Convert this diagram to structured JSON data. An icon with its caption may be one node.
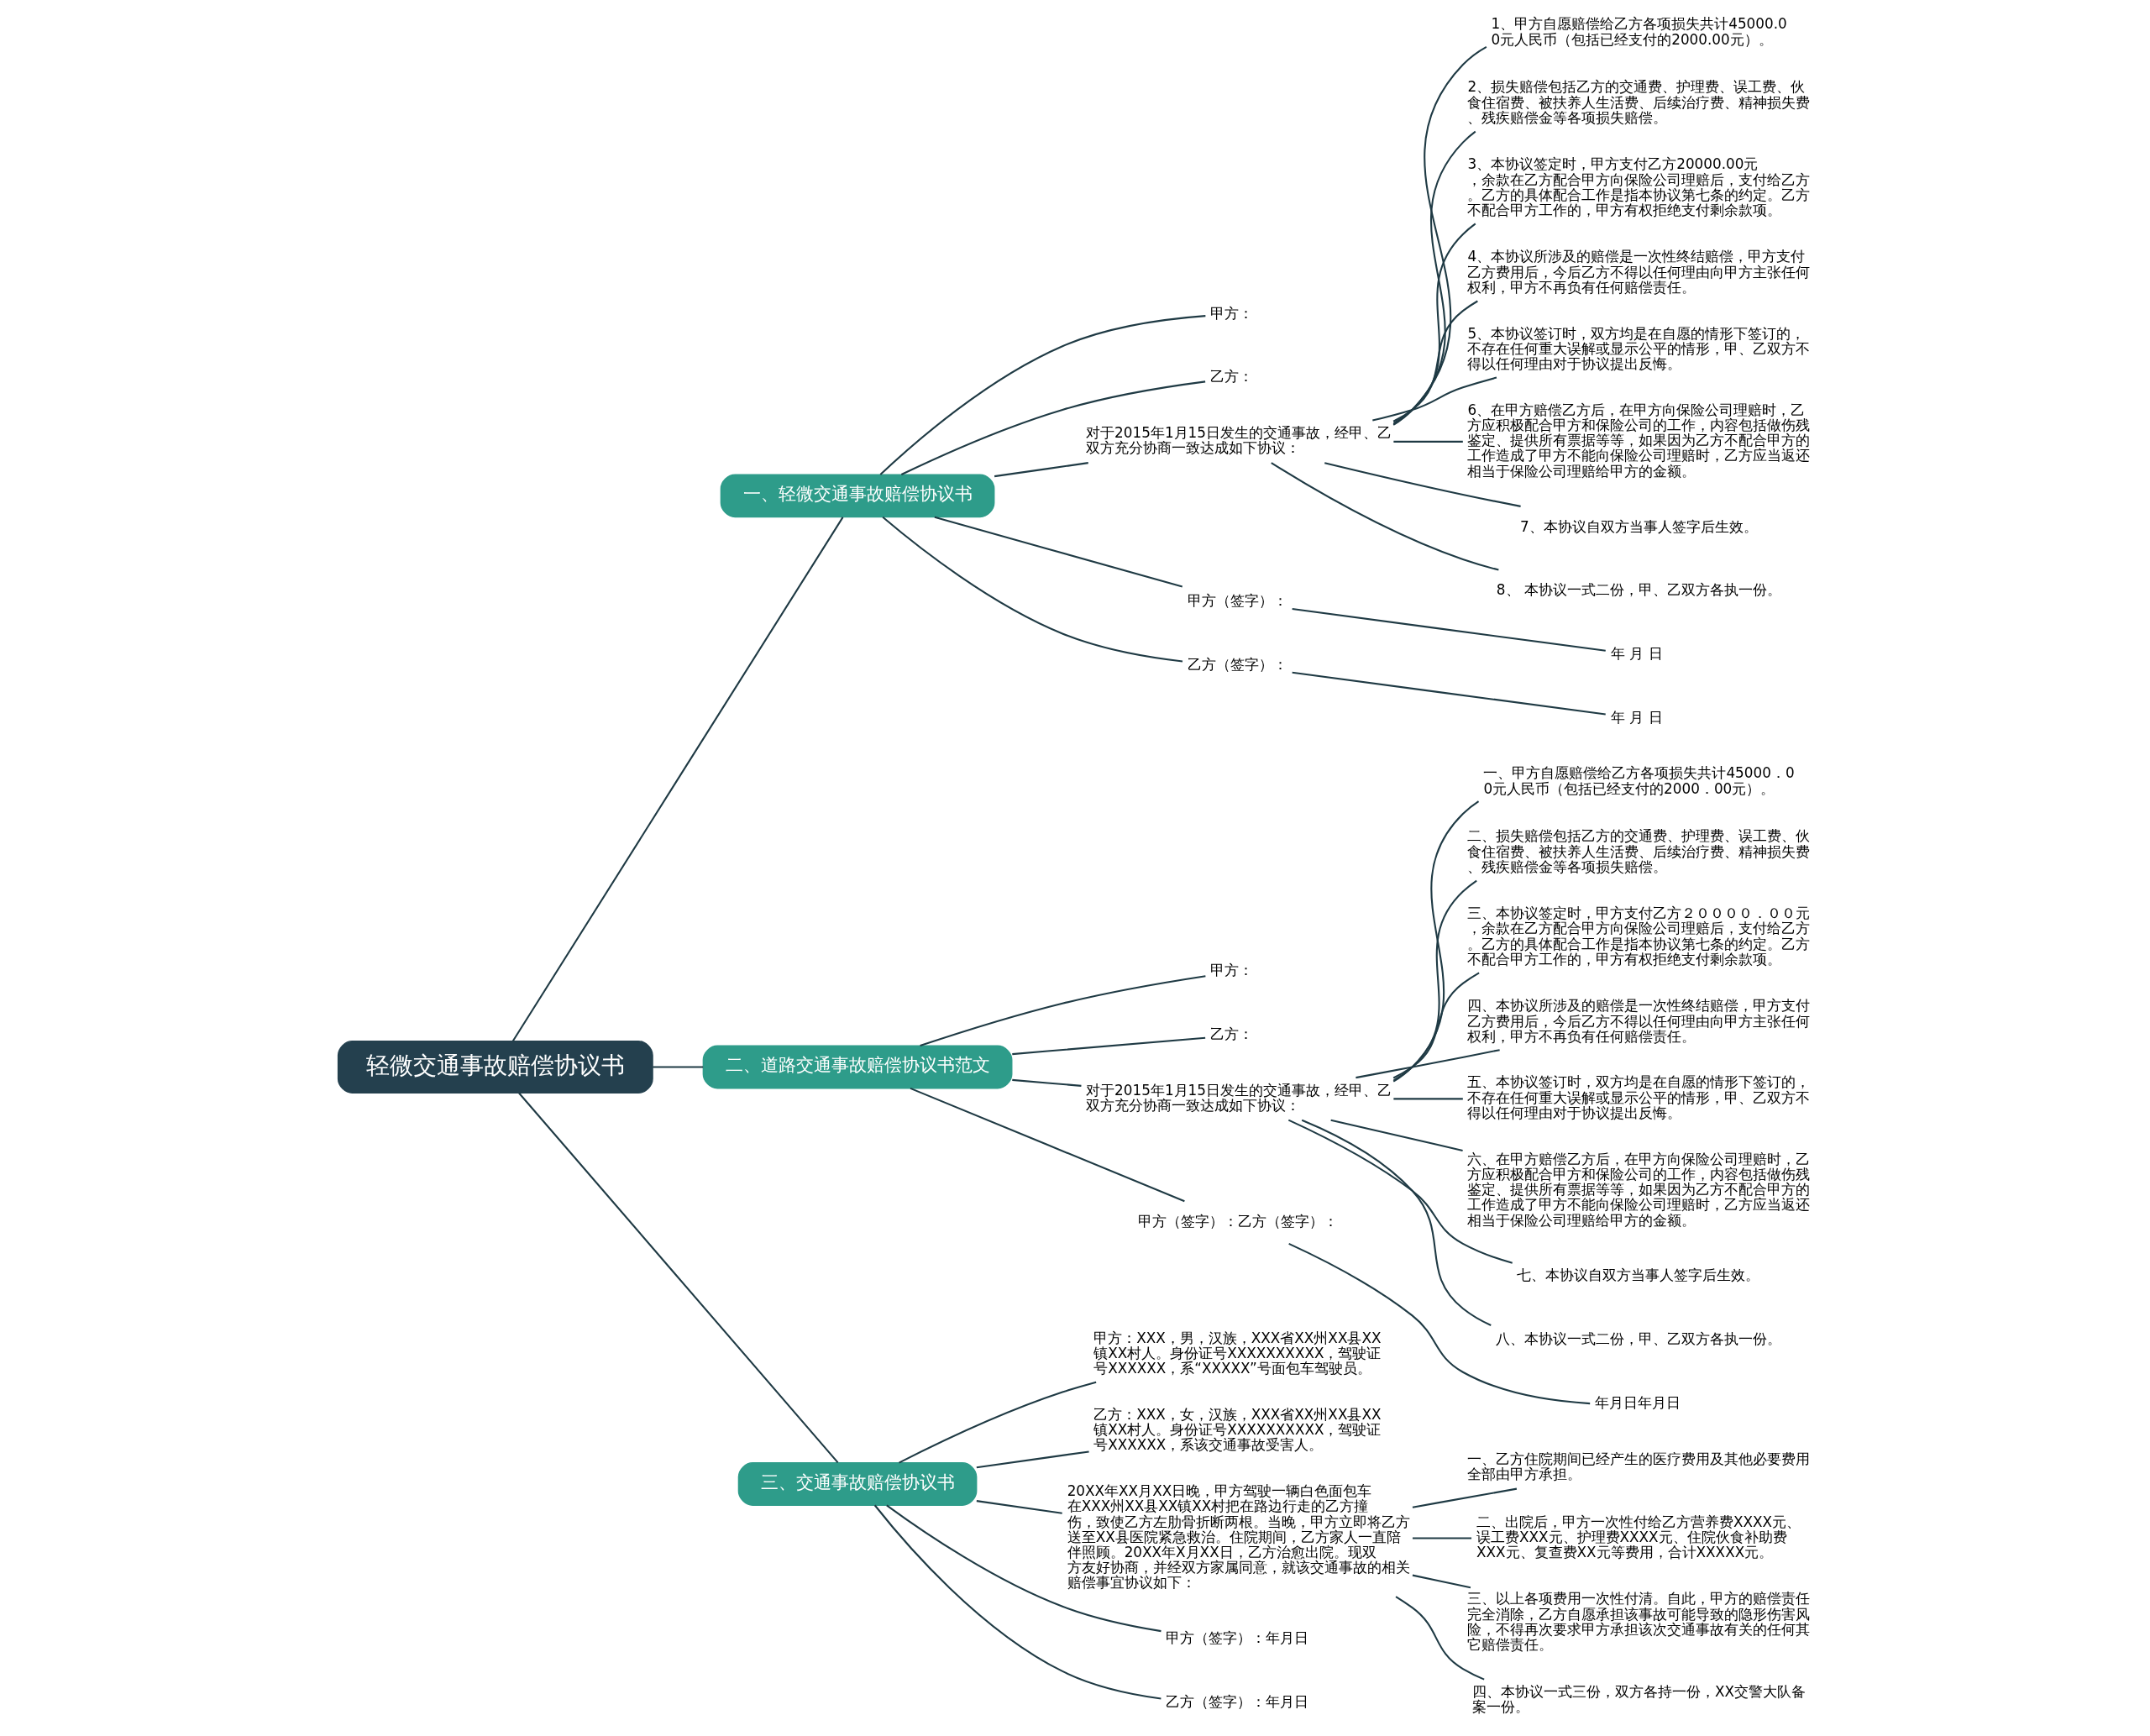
{
  "diagram": {
    "nodes": [
      {
        "text": [
          "轻微交通事故赔偿协议书"
        ]
      },
      {
        "text": [
          "一、轻微交通事故赔偿协议书"
        ]
      },
      {
        "text": [
          "甲方："
        ]
      },
      {
        "text": [
          "乙方："
        ]
      },
      {
        "text": [
          "对于2015年1月15日发生的交通事故，经甲、乙双方充分协商一致达成如下协议："
        ]
      },
      {
        "text": [
          "1、甲方自愿赔偿给乙方各项损失共计45000.00元人民币（包括已经支付的2000.00元）。"
        ]
      },
      {
        "text": [
          "2、损失赔偿包括乙方的交通费、护理费、误工费、伙食住宿费、被扶养人生活费、后续治疗费、精神损失费、残疾赔偿金等各项损失赔偿。"
        ]
      },
      {
        "text": [
          "3、本协议签定时，甲方支付乙方20000.00元，余款在乙方配合甲方向保险公司理赔后，支付给乙方。乙方的具体配合工作是指本协议第七条的约定。乙方不配合甲方工作的，甲方有权拒绝支付剩余款项。"
        ]
      },
      {
        "text": [
          "4、本协议所涉及的赔偿是一次性终结赔偿，甲方支付乙方费用后，今后乙方不得以任何理由向甲方主张任何权利，甲方不再负有任何赔偿责任。"
        ]
      },
      {
        "text": [
          "5、本协议签订时，双方均是在自愿的情形下签订的，不存在任何重大误解或显示公平的情形，甲、乙双方不得以任何理由对于协议提出反悔。"
        ]
      },
      {
        "text": [
          "6、在甲方赔偿乙方后，在甲方向保险公司理赔时，乙方应积极配合甲方和保险公司的工作，内容包括做伤残鉴定、提供所有票据等等，如果因为乙方不配合甲方的工作造成了甲方不能向保险公司理赔时，乙方应当返还相当于保险公司理赔给甲方的金额。"
        ]
      },
      {
        "text": [
          "7、本协议自双方当事人签字后生效。"
        ]
      },
      {
        "text": [
          "8、 本协议一式二份，甲、乙双方各执一份。"
        ]
      },
      {
        "text": [
          "甲方（签字）："
        ]
      },
      {
        "text": [
          "年 月 日"
        ]
      },
      {
        "text": [
          "乙方（签字）："
        ]
      },
      {
        "text": [
          "年 月 日"
        ]
      },
      {
        "text": [
          "二、道路交通事故赔偿协议书范文"
        ]
      },
      {
        "text": [
          "甲方："
        ]
      },
      {
        "text": [
          "乙方："
        ]
      },
      {
        "text": [
          "对于2015年1月15日发生的交通事故，经甲、乙双方充分协商一致达成如下协议："
        ]
      },
      {
        "text": [
          "一、甲方自愿赔偿给乙方各项损失共计45000．00元人民币（包括已经支付的2000．00元）。"
        ]
      },
      {
        "text": [
          "二、损失赔偿包括乙方的交通费、护理费、误工费、伙食住宿费、被扶养人生活费、后续治疗费、精神损失费、残疾赔偿金等各项损失赔偿。"
        ]
      },
      {
        "text": [
          "三、本协议签定时，甲方支付乙方２００００．００元，余款在乙方配合甲方向保险公司理赔后，支付给乙方。乙方的具体配合工作是指本协议第七条的约定。乙方不配合甲方工作的，甲方有权拒绝支付剩余款项。"
        ]
      },
      {
        "text": [
          "四、本协议所涉及的赔偿是一次性终结赔偿，甲方支付乙方费用后，今后乙方不得以任何理由向甲方主张任何权利，甲方不再负有任何赔偿责任。"
        ]
      },
      {
        "text": [
          "五、本协议签订时，双方均是在自愿的情形下签订的，不存在任何重大误解或显示公平的情形，甲、乙双方不得以任何理由对于协议提出反悔。"
        ]
      },
      {
        "text": [
          "六、在甲方赔偿乙方后，在甲方向保险公司理赔时，乙方应积极配合甲方和保险公司的工作，内容包括做伤残鉴定、提供所有票据等等，如果因为乙方不配合甲方的工作造成了甲方不能向保险公司理赔时，乙方应当返还相当于保险公司理赔给甲方的金额。"
        ]
      },
      {
        "text": [
          "七、本协议自双方当事人签字后生效。"
        ]
      },
      {
        "text": [
          "八、本协议一式二份，甲、乙双方各执一份。"
        ]
      },
      {
        "text": [
          "甲方（签字）：乙方（签字）："
        ]
      },
      {
        "text": [
          "年月日年月日"
        ]
      },
      {
        "text": [
          "三、交通事故赔偿协议书"
        ]
      },
      {
        "text": [
          "甲方：XXX，男，汉族，XXX省XX州XX县XX镇XX村人。身份证号XXXXXXXXXX，驾驶证号XXXXXX，系“XXXXX”号面包车驾驶员。"
        ]
      },
      {
        "text": [
          "乙方：XXX，女，汉族，XXX省XX州XX县XX镇XX村人。身份证号XXXXXXXXXX，驾驶证号XXXXXX，系该交通事故受害人。"
        ]
      },
      {
        "text": [
          "20XX年XX月XX日晚，甲方驾驶一辆白色面包车在XXX州XX县XX镇XX村把在路边行走的乙方撞伤，致使乙方左肋骨折断两根。当晚，甲方立即将乙方送至XX县医院紧急救治。住院期间，乙方家人一直陪伴照顾。20XX年X月XX日，乙方治愈出院。现双方友好协商，并经双方家属同意，就该交通事故的相关赔偿事宜协议如下："
        ]
      },
      {
        "text": [
          "一、乙方住院期间已经产生的医疗费用及其他必要费用全部由甲方承担。"
        ]
      },
      {
        "text": [
          "二、出院后，甲方一次性付给乙方营养费XXXX元、误工费XXX元、护理费XXXX元、住院伙食补助费XXX元、复查费XX元等费用，合计XXXXX元。"
        ]
      },
      {
        "text": [
          "三、以上各项费用一次性付清。自此，甲方的赔偿责任完全消除，乙方自愿承担该事故可能导致的隐形伤害风险，不得再次要求甲方承担该次交通事故有关的任何其它赔偿责任。"
        ]
      },
      {
        "text": [
          "四、本协议一式三份，双方各持一份，XX交警大队备案一份。"
        ]
      },
      {
        "text": [
          "甲方（签字）：年月日"
        ]
      },
      {
        "text": [
          "乙方（签字）：年月日"
        ]
      }
    ],
    "edges": [
      {
        "from": 0,
        "to": 1,
        "arrow": "none"
      },
      {
        "from": 1,
        "to": 2,
        "arrow": "none"
      },
      {
        "from": 1,
        "to": 3,
        "arrow": "none"
      },
      {
        "from": 1,
        "to": 4,
        "arrow": "none"
      },
      {
        "from": 4,
        "to": 5,
        "arrow": "none"
      },
      {
        "from": 4,
        "to": 6,
        "arrow": "none"
      },
      {
        "from": 4,
        "to": 7,
        "arrow": "none"
      },
      {
        "from": 4,
        "to": 8,
        "arrow": "none"
      },
      {
        "from": 4,
        "to": 9,
        "arrow": "none"
      },
      {
        "from": 4,
        "to": 10,
        "arrow": "none"
      },
      {
        "from": 4,
        "to": 11,
        "arrow": "none"
      },
      {
        "from": 4,
        "to": 12,
        "arrow": "none"
      },
      {
        "from": 1,
        "to": 13,
        "arrow": "none"
      },
      {
        "from": 13,
        "to": 14,
        "arrow": "none"
      },
      {
        "from": 1,
        "to": 15,
        "arrow": "none"
      },
      {
        "from": 15,
        "to": 16,
        "arrow": "none"
      },
      {
        "from": 0,
        "to": 17,
        "arrow": "none"
      },
      {
        "from": 17,
        "to": 18,
        "arrow": "none"
      },
      {
        "from": 17,
        "to": 19,
        "arrow": "none"
      },
      {
        "from": 17,
        "to": 20,
        "arrow": "none"
      },
      {
        "from": 20,
        "to": 21,
        "arrow": "none"
      },
      {
        "from": 20,
        "to": 22,
        "arrow": "none"
      },
      {
        "from": 20,
        "to": 23,
        "arrow": "none"
      },
      {
        "from": 20,
        "to": 24,
        "arrow": "none"
      },
      {
        "from": 20,
        "to": 25,
        "arrow": "none"
      },
      {
        "from": 20,
        "to": 26,
        "arrow": "none"
      },
      {
        "from": 20,
        "to": 27,
        "arrow": "none"
      },
      {
        "from": 20,
        "to": 28,
        "arrow": "none"
      },
      {
        "from": 17,
        "to": 29,
        "arrow": "none"
      },
      {
        "from": 29,
        "to": 30,
        "arrow": "none"
      },
      {
        "from": 0,
        "to": 31,
        "arrow": "none"
      },
      {
        "from": 31,
        "to": 32,
        "arrow": "none"
      },
      {
        "from": 31,
        "to": 33,
        "arrow": "none"
      },
      {
        "from": 31,
        "to": 34,
        "arrow": "none"
      },
      {
        "from": 34,
        "to": 35,
        "arrow": "none"
      },
      {
        "from": 34,
        "to": 36,
        "arrow": "none"
      },
      {
        "from": 34,
        "to": 37,
        "arrow": "none"
      },
      {
        "from": 34,
        "to": 38,
        "arrow": "none"
      },
      {
        "from": 31,
        "to": 39,
        "arrow": "none"
      },
      {
        "from": 31,
        "to": 40,
        "arrow": "none"
      }
    ]
  }
}
